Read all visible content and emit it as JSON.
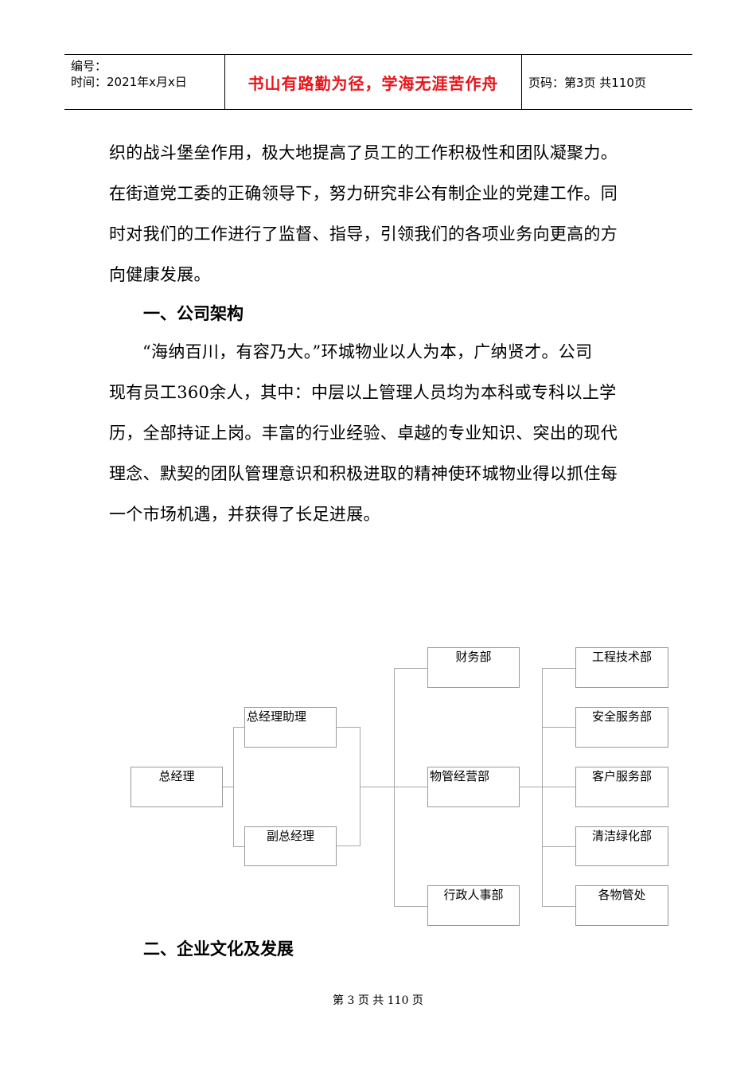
{
  "header": {
    "number_label": "编号：",
    "date_label": "时间：2021年x月x日",
    "motto": "书山有路勤为径，学海无涯苦作舟",
    "page_info": "页码：第3页  共110页"
  },
  "paragraph1": {
    "lines": [
      "织的战斗堡垒作用，极大地提高了员工的工作积极性和团队凝聚力。",
      "在街道党工委的正确领导下，努力研究非公有制企业的党建工作。同",
      "时对我们的工作进行了监督、指导，引领我们的各项业务向更高的方",
      "向健康发展。"
    ]
  },
  "section1": {
    "title": "一、公司架构"
  },
  "paragraph2": {
    "lines": [
      "“海纳百川，有容乃大。”环城物业以人为本，广纳贤才。公司",
      "现有员工360余人，其中：中层以上管理人员均为本科或专科以上学",
      "历，全部持证上岗。丰富的行业经验、卓越的专业知识、突出的现代",
      "理念、默契的团队管理意识和积极进取的精神使环城物业得以抓住每",
      "一个市场机遇，并获得了长足进展。"
    ]
  },
  "org_chart": {
    "general_manager": "总经理",
    "assistant_gm": "总经理助理",
    "deputy_gm": "副总经理",
    "finance": "财务部",
    "property_ops": "物管经营部",
    "admin_hr": "行政人事部",
    "engineering": "工程技术部",
    "safety": "安全服务部",
    "customer": "客户服务部",
    "cleaning": "清洁绿化部",
    "property_offices": "各物管处"
  },
  "section2": {
    "title": "二、企业文化及发展"
  },
  "footer": {
    "text": "第 3 页 共 110 页"
  }
}
